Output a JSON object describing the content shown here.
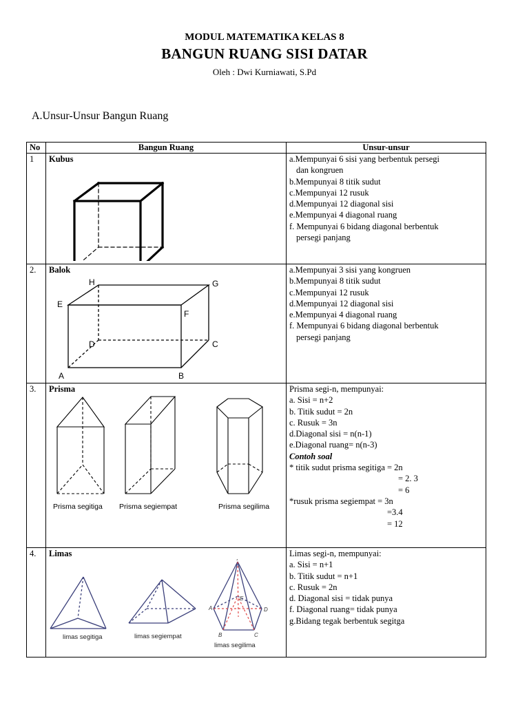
{
  "header": {
    "module": "MODUL MATEMATIKA KELAS 8",
    "title": "BANGUN RUANG SISI DATAR",
    "author": "Oleh : Dwi Kurniawati, S.Pd"
  },
  "section": "A.Unsur-Unsur Bangun Ruang",
  "table": {
    "headers": [
      "No",
      "Bangun Ruang",
      "Unsur-unsur"
    ],
    "rows": [
      {
        "no": "1",
        "name": "Kubus",
        "items": [
          "a.Mempunyai 6 sisi yang berbentuk persegi",
          "dan kongruen",
          "b.Mempunyai 8 titik sudut",
          "c.Mempunyai 12 rusuk",
          "d.Mempunyai 12 diagonal sisi",
          "e.Mempunyai 4 diagonal ruang",
          "f. Mempunyai 6 bidang diagonal berbentuk",
          "persegi panjang"
        ]
      },
      {
        "no": "2.",
        "name": "Balok",
        "labels": [
          "H",
          "G",
          "E",
          "F",
          "D",
          "C",
          "A",
          "B"
        ],
        "items": [
          "a.Mempunyai 3 sisi yang kongruen",
          "b.Mempunyai 8 titik sudut",
          "c.Mempunyai 12  rusuk",
          "d.Mempunyai 12 diagonal sisi",
          "e.Mempunyai 4 diagonal ruang",
          "f. Mempunyai  6 bidang diagonal berbentuk",
          "persegi panjang"
        ]
      },
      {
        "no": "3.",
        "name": "Prisma",
        "captions": [
          "Prisma segitiga",
          "Prisma segiempat",
          "Prisma segilima"
        ],
        "intro": "Prisma segi-n, mempunyai:",
        "items": [
          "a. Sisi = n+2",
          "b. Titik sudut = 2n",
          "c. Rusuk = 3n",
          "d.Diagonal sisi = n(n-1)",
          "e.Diagonal ruang= n(n-3)"
        ],
        "example_title": "Contoh soal",
        "example": [
          "* titik sudut prisma segitiga = 2n",
          "= 2. 3",
          "= 6",
          "*rusuk prisma segiempat = 3n",
          "=3.4",
          "= 12"
        ]
      },
      {
        "no": "4.",
        "name": "Limas",
        "captions": [
          "limas segitiga",
          "limas segiempat",
          "limas segilima"
        ],
        "labels": [
          "T",
          "E",
          "A",
          "D",
          "B",
          "C"
        ],
        "intro": "Limas segi-n, mempunyai:",
        "items": [
          "a. Sisi = n+1",
          "b. Titik sudut = n+1",
          "c. Rusuk = 2n",
          "d.  Diagonal sisi = tidak punya",
          "f. Diagonal ruang= tidak punya",
          "g.Bidang tegak berbentuk segitga"
        ]
      }
    ]
  }
}
